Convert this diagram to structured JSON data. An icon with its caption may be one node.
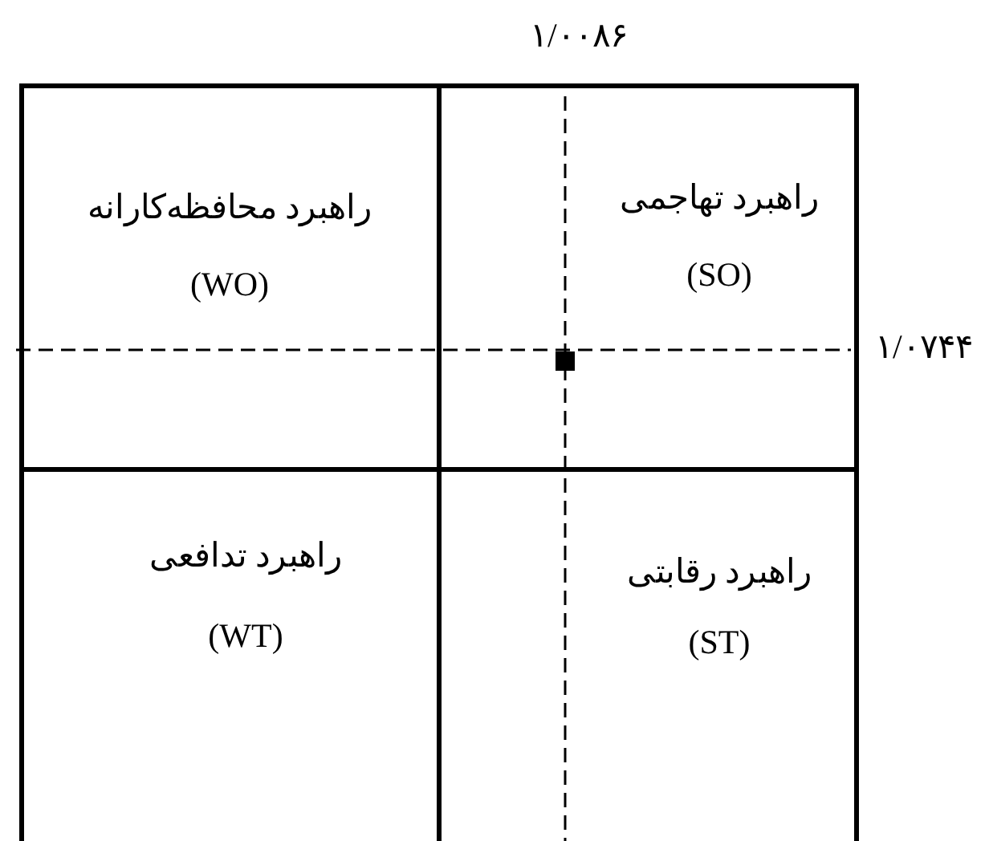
{
  "diagram": {
    "nodes": [
      {
        "text": [
          "راهبرد محافظه‌کارانه",
          "(WO)"
        ]
      },
      {
        "text": [
          "راهبرد تهاجمی",
          "(SO)"
        ]
      },
      {
        "text": [
          "راهبرد تدافعی",
          "(WT)"
        ]
      },
      {
        "text": [
          "راهبرد رقابتی",
          "(ST)"
        ]
      }
    ],
    "labels": [
      "۱/۰۰۸۶",
      "۱/۰۷۴۴"
    ]
  }
}
